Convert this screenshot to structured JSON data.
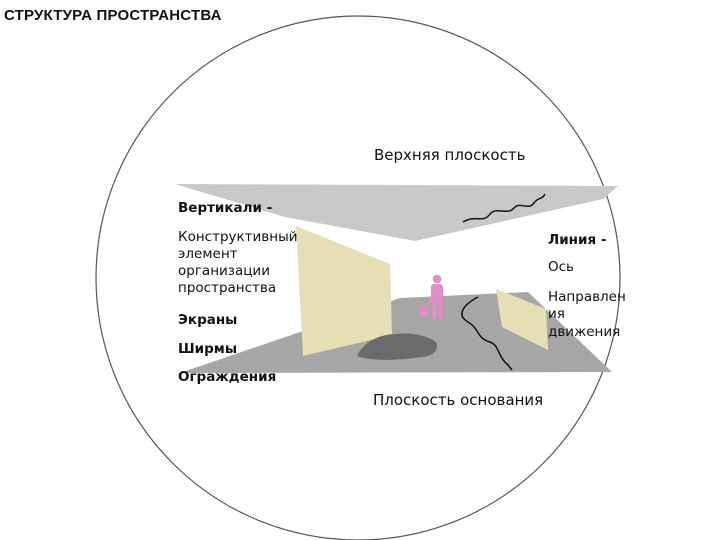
{
  "title": "СТРУКТУРА ПРОСТРАНСТВА",
  "labels": {
    "top_plane": "Верхняя плоскость",
    "verticals_heading": "Вертикали -",
    "verticals_desc": [
      "Конструктивный",
      "элемент",
      "организации",
      "пространства"
    ],
    "screens": "Экраны",
    "partitions": "Ширмы",
    "fences": "Ограждения",
    "line_heading": "Линия -",
    "axis": "Ось",
    "direction": [
      "Направлен",
      "ия",
      "движения"
    ],
    "base_plane": "Плоскость основания"
  },
  "colors": {
    "planes": "#c8c8c8",
    "floor": "#a6a6a6",
    "screens": "#e6dfb6",
    "figure": "#de8ec4",
    "stain": "#6b6b6b",
    "circle": "#555555"
  }
}
